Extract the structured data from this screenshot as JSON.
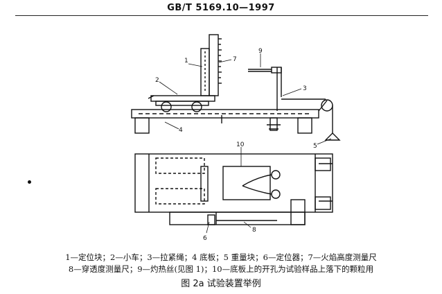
{
  "header": {
    "standard": "GB/T 5169.10—1997"
  },
  "labels": {
    "l1": "1",
    "l2": "2",
    "l3": "3",
    "l4": "4",
    "l5": "5",
    "l6": "6",
    "l7": "7",
    "l8": "8",
    "l9": "9",
    "l10": "10"
  },
  "caption": {
    "line1": "1—定位块；2—小车；3—拉紧绳；4 底板；5 重量块；6—定位器；7—火焰高度测量尺",
    "line2": "8—穿透度测量尺；9—灼热丝(见图 1)；10—底板上的开孔为试验样品上落下的颗粒用",
    "figure_title": "图 2a  试验装置举例"
  }
}
